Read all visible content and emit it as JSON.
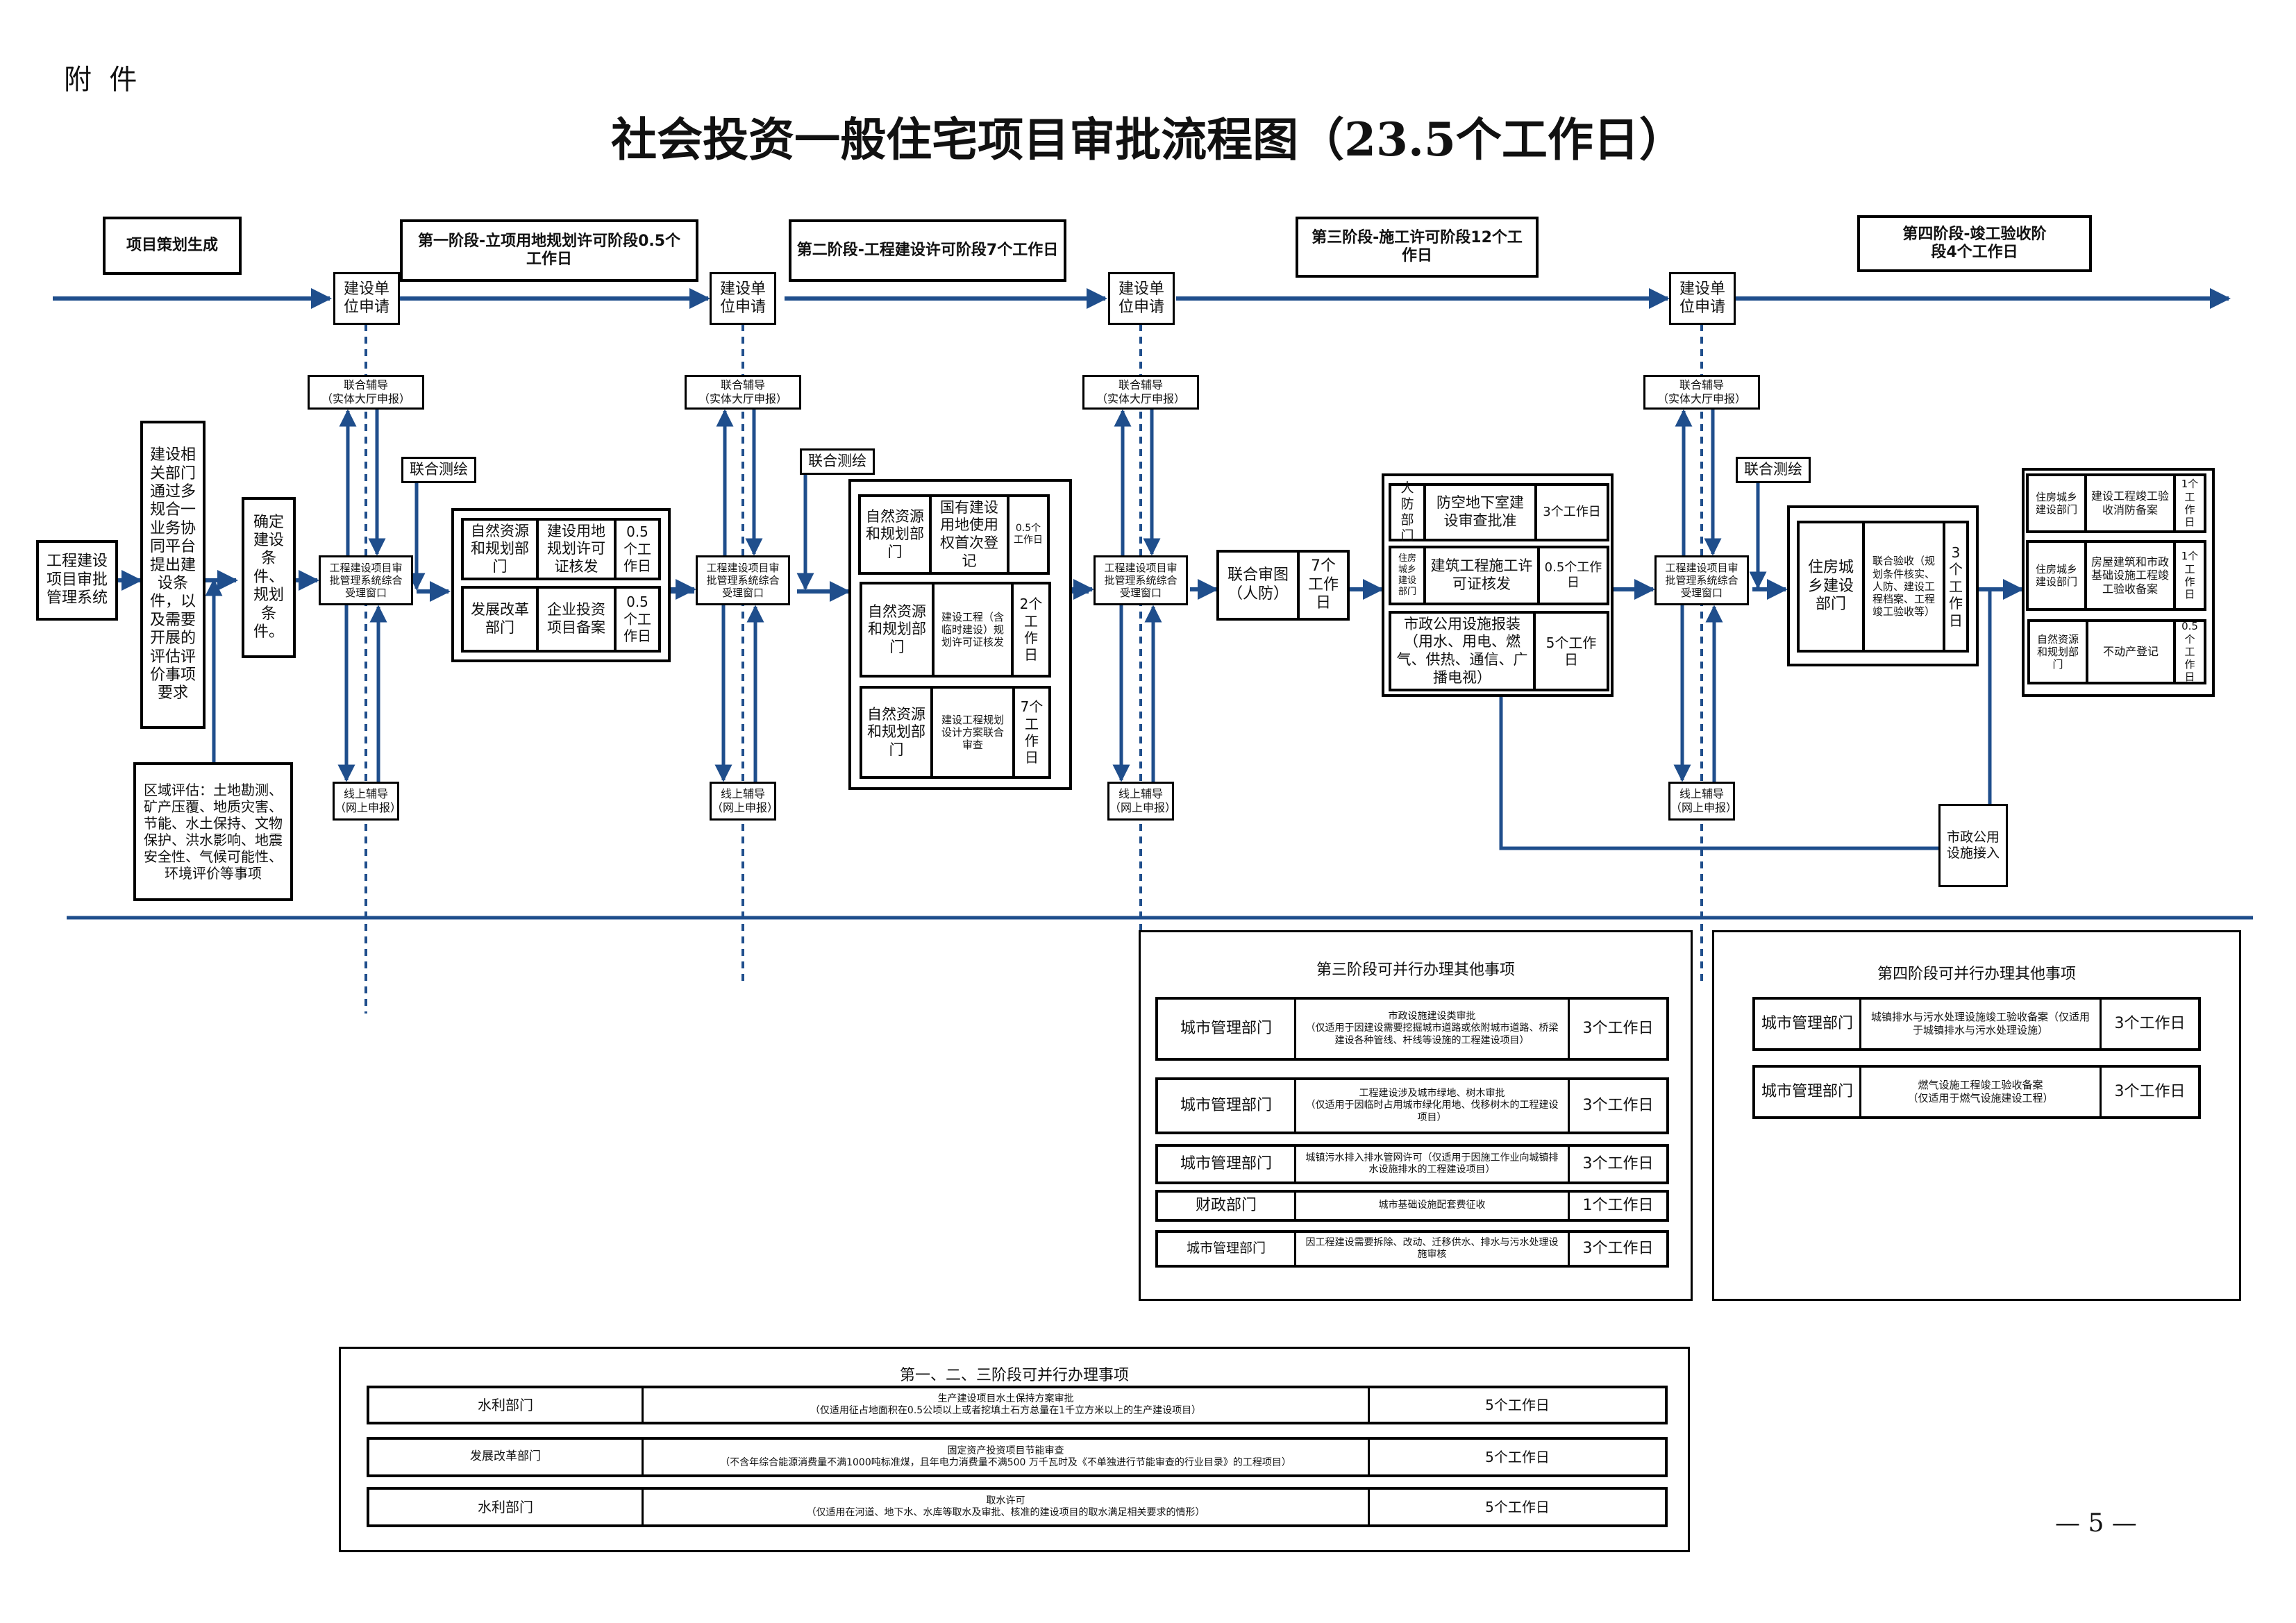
{
  "page": {
    "attachment_label": "附  件",
    "title": "社会投资一般住宅项目审批流程图（23.5个工作日）",
    "page_number": "— 5 —"
  },
  "colors": {
    "line": "#1f4e8c",
    "border": "#000000",
    "background": "#ffffff"
  },
  "stages": [
    {
      "label": "项目策划生成"
    },
    {
      "label": "第一阶段-立项用地规划许可阶段0.5个工作日"
    },
    {
      "label": "第二阶段-工程建设许可阶段7个工作日"
    },
    {
      "label": "第三阶段-施工许可阶段12个工作日"
    },
    {
      "label": "第四阶段-竣工验收阶段4个工作日"
    }
  ],
  "applicant_label": "建设单位申请",
  "joint_guidance": "联合辅导\n（实体大厅申报）",
  "online_guidance": "线上辅导\n（网上申报）",
  "window_label": "工程建设项目审批管理系统综合受理窗口",
  "joint_survey": "联合测绘",
  "pre_stage": {
    "system_box": "工程建设项目审批管理系统",
    "platform_box": "建设相关部门通过多规合一业务协同平台提出建设条件，以及需要开展的评估评价事项要求",
    "conditions_box": "确定建设条件、规划条件。",
    "regional_eval": "区域评估：土地勘测、矿产压覆、地质灾害、节能、水土保持、文物保护、洪水影响、地震安全性、气候可能性、环境评价等事项"
  },
  "stage1_items": [
    {
      "dept": "自然资源和规划部门",
      "item": "建设用地规划许可证核发",
      "days": "0.5个工作日"
    },
    {
      "dept": "发展改革部门",
      "item": "企业投资项目备案",
      "days": "0.5个工作日"
    }
  ],
  "stage2_items": [
    {
      "dept": "自然资源和规划部门",
      "item": "国有建设用地使用权首次登记",
      "days": "0.5个工作日"
    },
    {
      "dept": "自然资源和规划部门",
      "item": "建设工程（含临时建设）规划许可证核发",
      "days": "2个工作日"
    },
    {
      "dept": "自然资源和规划部门",
      "item": "建设工程规划设计方案联合审查",
      "days": "7个工作日"
    }
  ],
  "stage3_review": {
    "item": "联合审图（人防）",
    "days": "7个工作日"
  },
  "stage3_items": [
    {
      "dept": "人防部门",
      "item": "防空地下室建设审查批准",
      "days": "3个工作日"
    },
    {
      "dept": "住房城乡建设部门",
      "item": "建筑工程施工许可证核发",
      "days": "0.5个工作日"
    },
    {
      "item": "市政公用设施报装（用水、用电、燃气、供热、通信、广播电视）",
      "days": "5个工作日"
    }
  ],
  "utility_access": "市政公用设施接入",
  "stage4_joint": {
    "dept": "住房城乡建设部门",
    "item": "联合验收（规划条件核实、人防、建设工程档案、工程竣工验收等）",
    "days": "3个工作日"
  },
  "stage4_items": [
    {
      "dept": "住房城乡建设部门",
      "item": "建设工程竣工验收消防备案",
      "days": "1个工作日"
    },
    {
      "dept": "住房城乡建设部门",
      "item": "房屋建筑和市政基础设施工程竣工验收备案",
      "days": "1个工作日"
    },
    {
      "dept": "自然资源和规划部门",
      "item": "不动产登记",
      "days": "0.5个工作日"
    }
  ],
  "parallel_stage3": {
    "title": "第三阶段可并行办理其他事项",
    "rows": [
      {
        "dept": "城市管理部门",
        "item": "市政设施建设类审批",
        "note": "（仅适用于因建设需要挖掘城市道路或依附城市道路、桥梁建设各种管线、杆线等设施的工程建设项目）",
        "days": "3个工作日"
      },
      {
        "dept": "城市管理部门",
        "item": "工程建设涉及城市绿地、树木审批",
        "note": "（仅适用于因临时占用城市绿化用地、伐移树木的工程建设项目）",
        "days": "3个工作日"
      },
      {
        "dept": "城市管理部门",
        "item": "城镇污水排入排水管网许可（仅适用于因施工作业向城镇排水设施排水的工程建设项目）",
        "note": "",
        "days": "3个工作日"
      },
      {
        "dept": "财政部门",
        "item": "城市基础设施配套费征收",
        "note": "",
        "days": "1个工作日"
      },
      {
        "dept": "城市管理部门",
        "item": "因工程建设需要拆除、改动、迁移供水、排水与污水处理设施审核",
        "note": "",
        "days": "3个工作日"
      }
    ]
  },
  "parallel_stage4": {
    "title": "第四阶段可并行办理其他事项",
    "rows": [
      {
        "dept": "城市管理部门",
        "item": "城镇排水与污水处理设施竣工验收备案（仅适用于城镇排水与污水处理设施）",
        "note": "",
        "days": "3个工作日"
      },
      {
        "dept": "城市管理部门",
        "item": "燃气设施工程竣工验收备案",
        "note": "（仅适用于燃气设施建设工程）",
        "days": "3个工作日"
      }
    ]
  },
  "parallel_123": {
    "title": "第一、二、三阶段可并行办理事项",
    "rows": [
      {
        "dept": "水利部门",
        "item": "生产建设项目水土保持方案审批",
        "note": "（仅适用征占地面积在0.5公顷以上或者挖填土石方总量在1千立方米以上的生产建设项目）",
        "days": "5个工作日"
      },
      {
        "dept": "发展改革部门",
        "item": "固定资产投资项目节能审查",
        "note": "（不含年综合能源消费量不满1000吨标准煤，且年电力消费量不满500 万千瓦时及《不单独进行节能审查的行业目录》的工程项目）",
        "days": "5个工作日"
      },
      {
        "dept": "水利部门",
        "item": "取水许可",
        "note": "（仅适用在河道、地下水、水库等取水及审批、核准的建设项目的取水满足相关要求的情形）",
        "days": "5个工作日"
      }
    ]
  }
}
